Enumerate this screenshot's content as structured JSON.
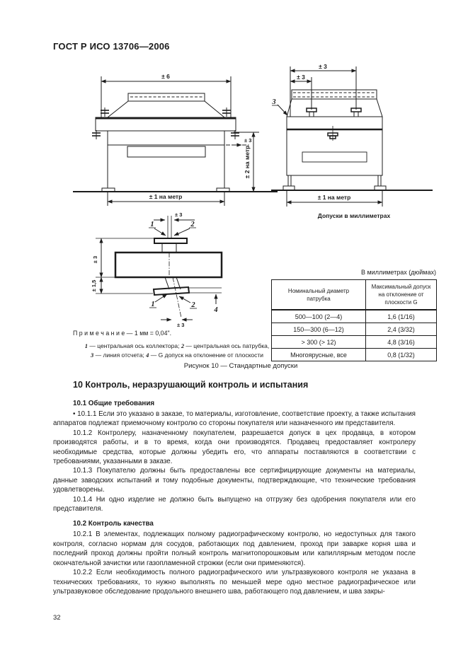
{
  "page": {
    "header": "ГОСТ Р ИСО 13706—2006",
    "page_number": "32"
  },
  "figure": {
    "front_view": {
      "dim_top": "± 6",
      "dim_nozzle": "± 3",
      "dim_vertical": "± 2 на метр",
      "dim_bottom": "± 1 на метр"
    },
    "side_view": {
      "callout_3": "3",
      "dim_top_wide": "± 3",
      "dim_top_narrow": "± 3",
      "dim_bottom": "± 1 на метр",
      "units_note": "Допуски в миллиметрах"
    },
    "nozzle_detail": {
      "dim_top": "± 3",
      "label_1_top": "1",
      "label_2_top": "2",
      "dim_left_upper": "± 3",
      "dim_left_lower": "± 1,5",
      "label_1_bottom": "1",
      "label_2_bottom": "2",
      "dim_bottom": "± 3",
      "label_4": "4"
    },
    "note": "П р и м е ч а н и е — 1 мм = 0,04\".",
    "legend_line1": {
      "n1": "1",
      "t1": " — центральная ось коллектора; ",
      "n2": "2",
      "t2": " — центральная ось патрубка,"
    },
    "legend_line2": {
      "n3": "3",
      "t3": " — линия отсчета; ",
      "n4": "4",
      "t4": " — G допуск на отклонение от плоскости"
    },
    "caption": "Рисунок 10 — Стандартные допуски"
  },
  "table": {
    "units_note": "В миллиметрах (дюймах)",
    "col1_header": "Номинальный диаметр патрубка",
    "col2_header": "Максимальный допуск на отклонение от плоскости G",
    "rows": [
      {
        "c1": "500—100 (2—4)",
        "c2": "1,6 (1/16)"
      },
      {
        "c1": "150—300 (6—12)",
        "c2": "2,4 (3/32)"
      },
      {
        "c1": "> 300 (> 12)",
        "c2": "4,8 (3/16)"
      },
      {
        "c1": "Многоярусные, все",
        "c2": "0,8 (1/32)"
      }
    ]
  },
  "content": {
    "section_heading": "10 Контроль, неразрушающий контроль и испытания",
    "sub1_heading": "10.1 Общие требования",
    "p1": "• 10.1.1 Если это указано в заказе, то материалы, изготовление, соответствие проекту, а также испытания аппаратов подлежат приемочному контролю со стороны покупателя или назначенного им представителя.",
    "p2": "10.1.2 Контролеру, назначенному покупателем, разрешается допуск в цех продавца, в котором производятся работы, и в то время, когда они производятся. Продавец предоставляет контролеру необходимые средства, которые должны убедить его, что аппараты поставляются в соответствии с требованиями, указанными в заказе.",
    "p3": "10.1.3 Покупателю должны быть предоставлены все сертифицирующие документы на материалы, данные заводских испытаний и тому подобные документы, подтверждающие, что технические требования удовлетворены.",
    "p4": "10.1.4 Ни одно изделие не должно быть выпущено на отгрузку без одобрения покупателя или его представителя.",
    "sub2_heading": "10.2 Контроль качества",
    "p5": "10.2.1 В элементах, подлежащих полному радиографическому контролю, но недоступных для такого контроля, согласно нормам для сосудов, работающих под давлением, проход при заварке корня шва и последний проход должны пройти полный контроль магнитопорошковым или капиллярным методом после окончательной зачистки или газопламенной строжки (если они применяются).",
    "p6": "10.2.2 Если необходимость полного радиографического или ультразвукового контроля не указана в технических требованиях, то нужно выполнять по меньшей мере одно местное радиографическое или ультразвуковое обследование продольного внешнего шва, работающего под давлением, и шва закры-"
  }
}
